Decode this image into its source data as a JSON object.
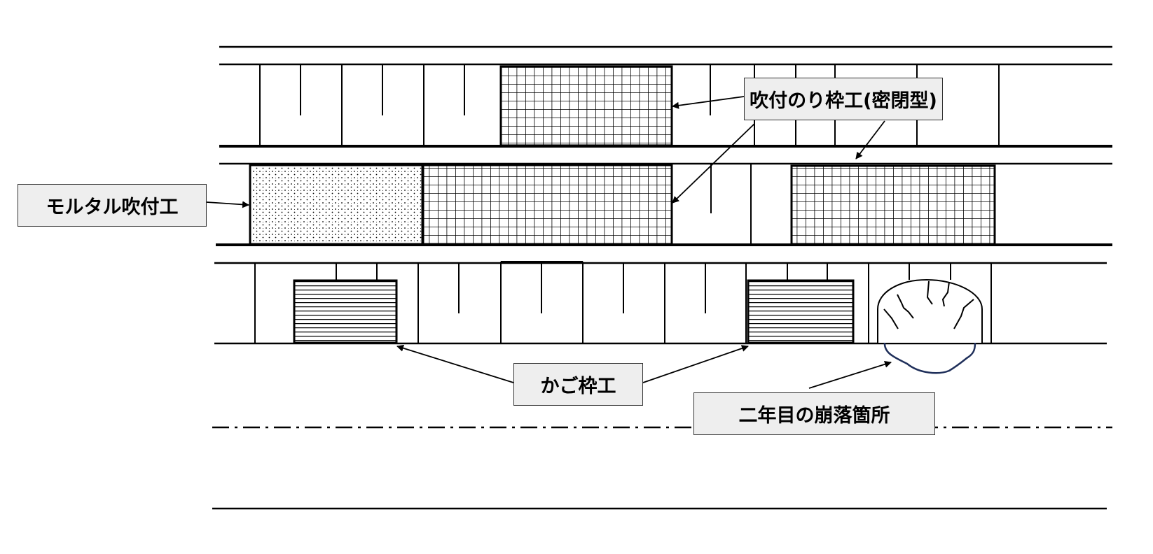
{
  "labels": {
    "sealed_frame": "吹付のり枠工(密閉型)",
    "mortar": "モルタル吹付工",
    "gabion": "かご枠工",
    "collapse": "二年目の崩落箇所"
  },
  "colors": {
    "line": "#000000",
    "label_fill": "#eeeeee",
    "collapse_outline": "#1f2f5a"
  },
  "legend_patterns": [
    "grid-hatch",
    "dot-stipple",
    "horizontal-lines"
  ]
}
